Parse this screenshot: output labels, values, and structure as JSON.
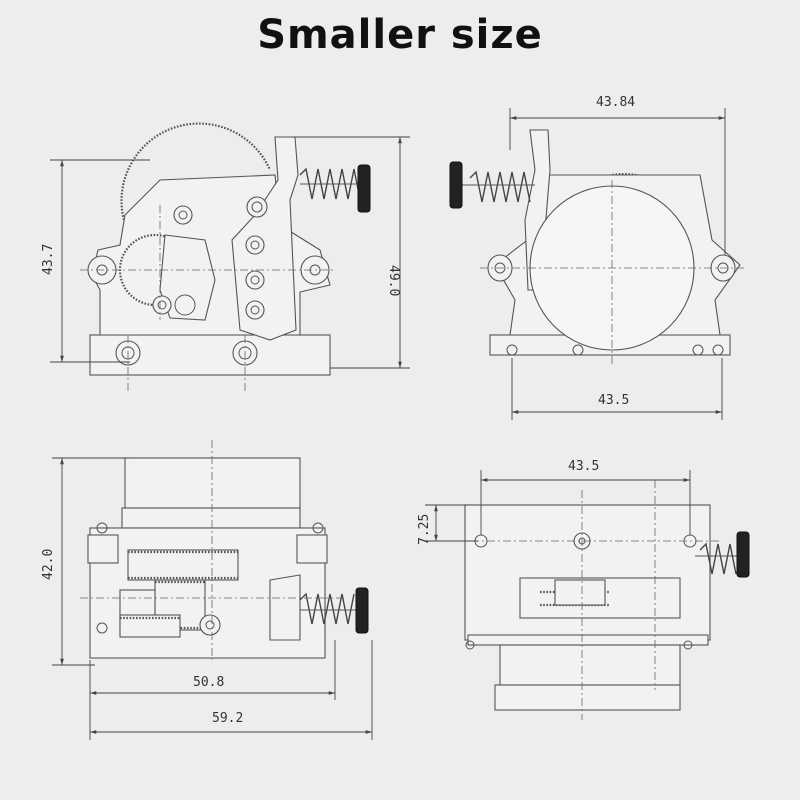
{
  "title": "Smaller size",
  "dimensions": {
    "front_width": "43.84",
    "front_height_left": "43.7",
    "front_height_right": "49.0",
    "back_bottom_width": "43.5",
    "bottom_height": "42.0",
    "bottom_width_inner": "50.8",
    "bottom_width_outer": "59.2",
    "top_width": "43.5",
    "top_offset": "7.25"
  }
}
